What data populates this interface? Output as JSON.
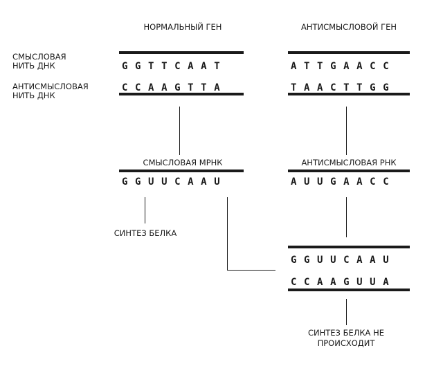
{
  "headers": {
    "normal_gene": "НОРМАЛЬНЫЙ ГЕН",
    "antisense_gene": "АНТИСМЫСЛОВОЙ ГЕН"
  },
  "side_labels": {
    "sense_strand": "СМЫСЛОВАЯ\nНИТЬ ДНК",
    "antisense_strand": "АНТИСМЫСЛОВАЯ\nНИТЬ ДНК"
  },
  "normal_gene": {
    "sense_seq": "GGTTCAAT",
    "antisense_seq": "CCAAGTTA"
  },
  "antisense_gene": {
    "sense_seq": "ATTGAACC",
    "antisense_seq": "TAACTTGG"
  },
  "sense_mrna": {
    "label": "СМЫСЛОВАЯ МРНК",
    "seq": "GGUUCAAU"
  },
  "antisense_rna": {
    "label": "АНТИСМЫСЛОВАЯ РНК",
    "seq": "AUUGAACC"
  },
  "protein_synthesis": {
    "label": "СИНТЕЗ БЕЛКА"
  },
  "duplex": {
    "top_seq": "GGUUCAAU",
    "bottom_seq": "CCAAGUUA",
    "label": "СИНТЕЗ БЕЛКА НЕ\nПРОИСХОДИТ"
  }
}
